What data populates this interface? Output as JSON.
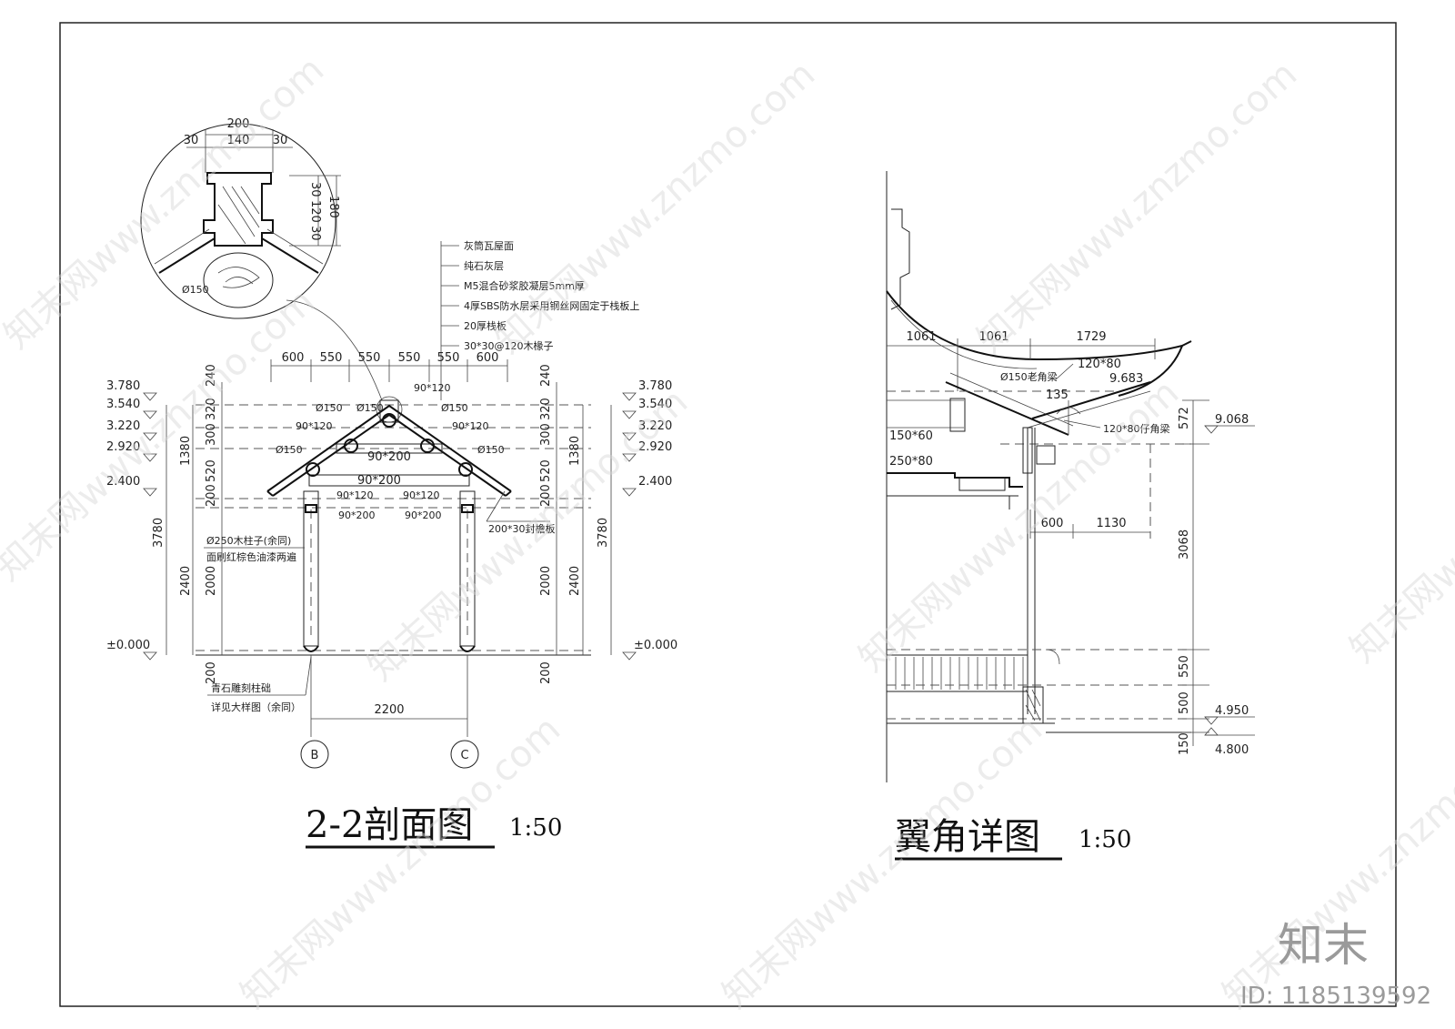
{
  "section": {
    "title": "2-2剖面图",
    "scale": "1:50",
    "top_dims": [
      "600",
      "550",
      "550",
      "550",
      "550",
      "600"
    ],
    "left_levels": [
      "3.780",
      "3.540",
      "3.220",
      "2.920",
      "2.400",
      "±0.000"
    ],
    "right_levels": [
      "3.780",
      "3.540",
      "3.220",
      "2.920",
      "2.400",
      "±0.000"
    ],
    "left_vdims": [
      "240",
      "320",
      "300",
      "520",
      "200",
      "1380",
      "2400",
      "2000",
      "3780",
      "200"
    ],
    "right_vdims": [
      "240",
      "320",
      "300",
      "520",
      "200",
      "1380",
      "2400",
      "2000",
      "3780",
      "200"
    ],
    "member_labels": [
      "Ø150",
      "Ø150",
      "Ø150",
      "Ø150",
      "Ø150",
      "90*120",
      "90*120",
      "90*120",
      "90*200",
      "90*200",
      "90*120",
      "90*120",
      "90*200",
      "90*200"
    ],
    "layer_notes": [
      "灰筒瓦屋面",
      "纯石灰层",
      "M5混合砂浆胶凝层5mm厚",
      "4厚SBS防水层采用钢丝网固定于栈板上",
      "20厚栈板",
      "30*30@120木椽子"
    ],
    "column_note_1": "Ø250木柱子(余同)",
    "column_note_2": "面刷红棕色油漆两遍",
    "base_note_1": "青石雕刻柱础",
    "base_note_2": "详见大样图（余同）",
    "eave_board": "200*30封檐板",
    "span": "2200",
    "axes": [
      "B",
      "C"
    ],
    "detail": {
      "dims_top": [
        "200",
        "30",
        "140",
        "30"
      ],
      "dims_right": [
        "30",
        "120",
        "30",
        "180"
      ],
      "dia": "Ø150"
    }
  },
  "wing": {
    "title": "翼角详图",
    "scale": "1:50",
    "top_dims": [
      "1061",
      "1061",
      "1729"
    ],
    "labels": [
      "120*80",
      "Ø150老角梁",
      "9.683",
      "135",
      "120*80仔角梁",
      "150*60",
      "250*80"
    ],
    "mid_dims": [
      "600",
      "1130"
    ],
    "right_dims": [
      "572",
      "3068",
      "550",
      "500",
      "150"
    ],
    "levels": [
      "9.068",
      "4.950",
      "4.800"
    ]
  },
  "watermark": "知末网www.znzmo.com",
  "brand": "知末",
  "id_label": "ID: 1185139592"
}
